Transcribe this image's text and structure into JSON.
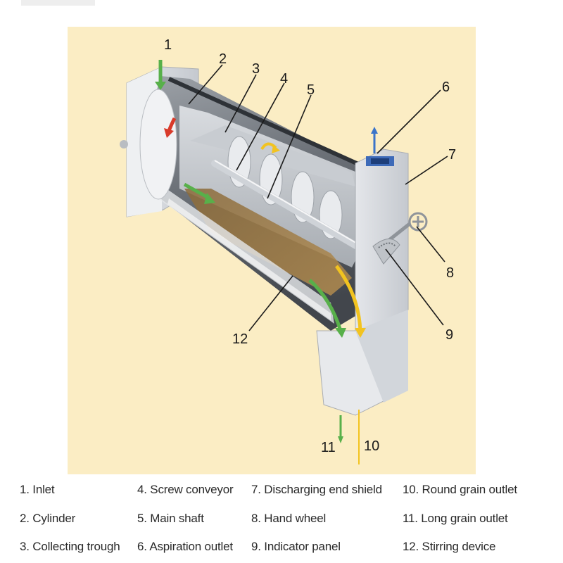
{
  "diagram": {
    "background_color": "#fbedc4",
    "callouts": [
      "1",
      "2",
      "3",
      "4",
      "5",
      "6",
      "7",
      "8",
      "9",
      "10",
      "11",
      "12"
    ]
  },
  "legend": {
    "items": [
      "1. Inlet",
      "2. Cylinder",
      "3. Collecting trough",
      "4. Screw conveyor",
      "5. Main shaft",
      "6. Aspiration outlet",
      "7. Discharging end shield",
      "8. Hand wheel",
      "9. Indicator panel",
      "10. Round grain outlet",
      "11. Long grain outlet",
      "12. Stirring device"
    ]
  },
  "colors": {
    "arrow_green": "#58b04a",
    "arrow_red": "#d93a2a",
    "arrow_yellow": "#f2c320",
    "arrow_blue": "#3b74c9"
  }
}
